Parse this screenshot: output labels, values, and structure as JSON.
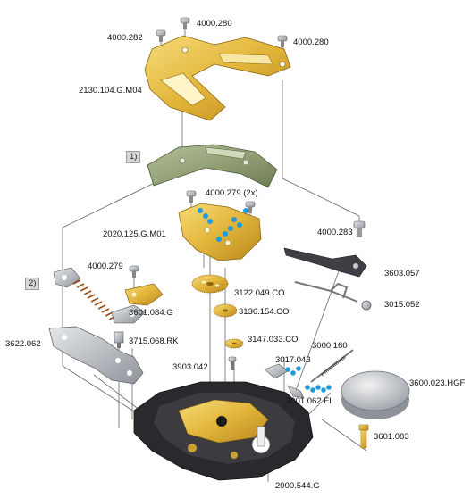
{
  "steps": {
    "step1": "1)",
    "step2": "2)"
  },
  "labels": {
    "screw_top_left": "4000.282",
    "screw_top_mid": "4000.280",
    "screw_top_right": "4000.280",
    "top_bridge": "2130.104.G.M04",
    "bridge_screws": "4000.279 (2x)",
    "bridge": "2020.125.G.M01",
    "screw_left": "4000.279",
    "screw_right": "4000.283",
    "lever_right": "3603.057",
    "wheel_1": "3122.049.CO",
    "spring_lever": "3015.052",
    "small_plate": "3601.084.G",
    "wheel_2": "3136.154.CO",
    "spring_part": "3622.062",
    "pinion": "3715.068.RK",
    "wheel_3": "3147.033.CO",
    "axle": "3000.160",
    "screw_center": "3903.042",
    "clip": "3017.043",
    "battery": "3600.023.HGF",
    "small_spring": "3001.062.FI",
    "pin": "3601.083",
    "main_plate": "2000.544.G"
  },
  "colors": {
    "gold": "#e2b53a",
    "gold_dark": "#b8871e",
    "green_part": "#8a9a6a",
    "steel": "#b8bcc2",
    "highlight_blue": "#1e9bdc",
    "lead_line": "#555555"
  }
}
